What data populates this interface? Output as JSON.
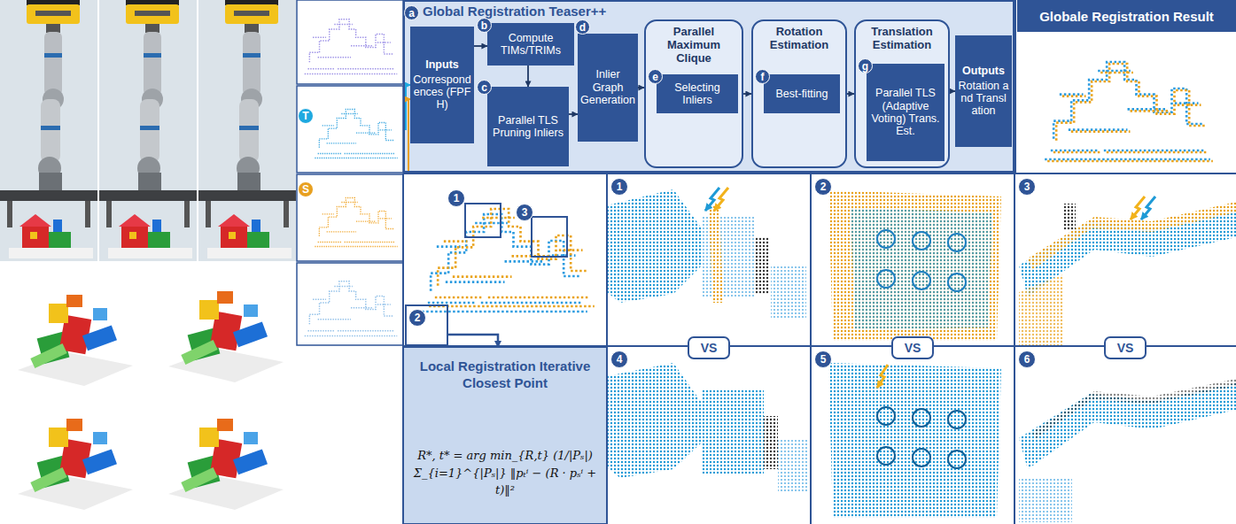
{
  "diagram": {
    "nodes": [
      {
        "text": [
          "Global Registration Teaser++"
        ]
      },
      {
        "text": [
          "a"
        ],
        "in": 0
      },
      {
        "text": [
          "Inputs",
          "Correspondences (FPFH)"
        ],
        "in": 0
      },
      {
        "text": [
          "b"
        ],
        "in": 0
      },
      {
        "text": [
          "Compute TIMs/TRIMs"
        ],
        "in": 0
      },
      {
        "text": [
          "c"
        ],
        "in": 0
      },
      {
        "text": [
          "Parallel TLS Pruning Inliers"
        ],
        "in": 0
      },
      {
        "text": [
          "d"
        ],
        "in": 0
      },
      {
        "text": [
          "Inlier Graph Generation"
        ],
        "in": 0
      },
      {
        "text": [
          "Parallel Maximum Clique"
        ],
        "in": 0
      },
      {
        "text": [
          "e"
        ],
        "in": 9
      },
      {
        "text": [
          "Selecting Inliers"
        ],
        "in": 9
      },
      {
        "text": [
          "Rotation Estimation"
        ],
        "in": 0
      },
      {
        "text": [
          "f"
        ],
        "in": 12
      },
      {
        "text": [
          "Best-fitting"
        ],
        "in": 12
      },
      {
        "text": [
          "Translation Estimation"
        ],
        "in": 0
      },
      {
        "text": [
          "g"
        ],
        "in": 15
      },
      {
        "text": [
          "Parallel TLS (Adaptive Voting) Trans. Est."
        ],
        "in": 15
      },
      {
        "text": [
          "Outputs",
          "Rotation and Translation"
        ],
        "in": 0
      },
      {
        "text": [
          "Globale Registration Result"
        ]
      },
      {
        "text": [
          "T"
        ]
      },
      {
        "text": [
          "S"
        ]
      },
      {
        "text": [
          "1"
        ]
      },
      {
        "text": [
          "3"
        ]
      },
      {
        "text": [
          "2"
        ]
      },
      {
        "text": [
          "Local Registration Iterative Closest Point",
          "R*, t* = arg min_{R,t} (1/|Pₛ|) Σ_{i=1}^{|Pₛ|} ‖pₜⁱ − (R · pₛⁱ + t)‖²"
        ]
      },
      {
        "text": [
          "1"
        ]
      },
      {
        "text": [
          "2"
        ]
      },
      {
        "text": [
          "3"
        ]
      },
      {
        "text": [
          "VS"
        ]
      },
      {
        "text": [
          "VS"
        ]
      },
      {
        "text": [
          "VS"
        ]
      },
      {
        "text": [
          "4"
        ]
      },
      {
        "text": [
          "5"
        ]
      },
      {
        "text": [
          "6"
        ]
      }
    ],
    "edges": [
      {
        "from": 2,
        "to": 4,
        "arrow": "to"
      },
      {
        "from": 4,
        "to": 6,
        "arrow": "to"
      },
      {
        "from": 6,
        "to": 8,
        "arrow": "to"
      },
      {
        "from": 8,
        "to": 9,
        "arrow": "to"
      },
      {
        "from": 9,
        "to": 12,
        "arrow": "to"
      },
      {
        "from": 12,
        "to": 15,
        "arrow": "to"
      },
      {
        "from": 15,
        "to": 18,
        "arrow": "to"
      }
    ]
  }
}
